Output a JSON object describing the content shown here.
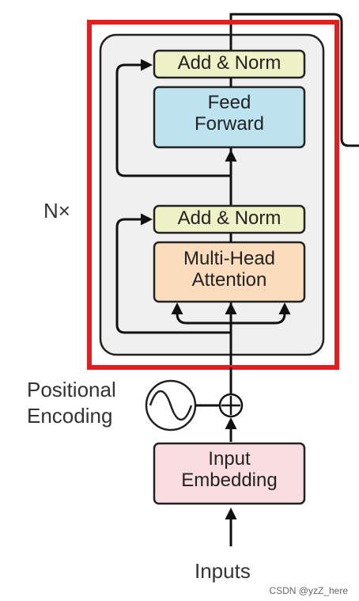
{
  "diagram": {
    "repeat_label": "N×",
    "blocks": {
      "add_norm_top": "Add & Norm",
      "feed_forward_line1": "Feed",
      "feed_forward_line2": "Forward",
      "add_norm_bottom": "Add & Norm",
      "attention_line1": "Multi-Head",
      "attention_line2": "Attention",
      "embedding_line1": "Input",
      "embedding_line2": "Embedding"
    },
    "positional_line1": "Positional",
    "positional_line2": "Encoding",
    "input_label": "Inputs",
    "highlight_color": "#e41d1d",
    "colors": {
      "add_norm": "#eff2c7",
      "feed_forward": "#bde3f1",
      "attention": "#fbdcbc",
      "embedding": "#f9dde0",
      "stack_background": "#f0f0f0"
    }
  },
  "watermark": "CSDN @yzZ_here"
}
